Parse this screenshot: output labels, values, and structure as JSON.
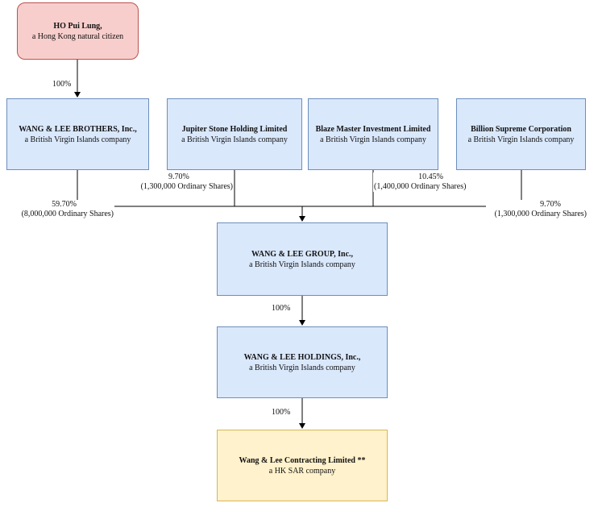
{
  "nodes": {
    "ho": {
      "name": "HO Pui Lung,",
      "sub": "a Hong Kong natural citizen"
    },
    "brothers": {
      "name": "WANG & LEE BROTHERS, Inc.,",
      "sub": "a British Virgin Islands company"
    },
    "jupiter": {
      "name": "Jupiter Stone Holding Limited",
      "sub": "a British Virgin Islands company"
    },
    "blaze": {
      "name": "Blaze Master Investment Limited",
      "sub": "a British Virgin Islands company"
    },
    "billion": {
      "name": "Billion Supreme Corporation",
      "sub": "a British Virgin Islands company"
    },
    "group": {
      "name": "WANG & LEE GROUP, Inc.,",
      "sub": "a British Virgin Islands company"
    },
    "holdings": {
      "name": "WANG & LEE HOLDINGS, Inc.,",
      "sub": "a British Virgin Islands company"
    },
    "contracting": {
      "name": "Wang & Lee Contracting Limited **",
      "sub": "a HK SAR company"
    }
  },
  "edges": {
    "ho_brothers": {
      "pct": "100%"
    },
    "brothers_group": {
      "pct": "59.70%",
      "shares": "(8,000,000 Ordinary Shares)"
    },
    "jupiter_group": {
      "pct": "9.70%",
      "shares": "(1,300,000 Ordinary Shares)"
    },
    "blaze_group": {
      "pct": "10.45%",
      "shares": "(1,400,000 Ordinary Shares)"
    },
    "billion_group": {
      "pct": "9.70%",
      "shares": "(1,300,000 Ordinary Shares)"
    },
    "group_holdings": {
      "pct": "100%"
    },
    "holdings_contracting": {
      "pct": "100%"
    }
  }
}
